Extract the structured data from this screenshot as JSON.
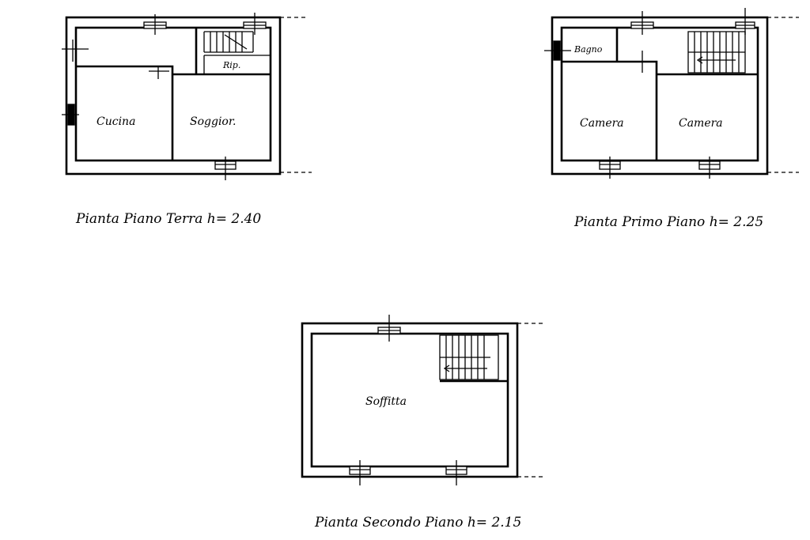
{
  "plans": [
    {
      "caption": "Pianta Piano Terra  h= 2.40",
      "rooms": [
        "Cucina",
        "Soggior.",
        "Rip."
      ]
    },
    {
      "caption": "Pianta Primo Piano h= 2.25",
      "rooms": [
        "Bagno",
        "Camera",
        "Camera"
      ]
    },
    {
      "caption": "Pianta Secondo Piano h= 2.15",
      "rooms": [
        "Soffitta"
      ]
    }
  ]
}
